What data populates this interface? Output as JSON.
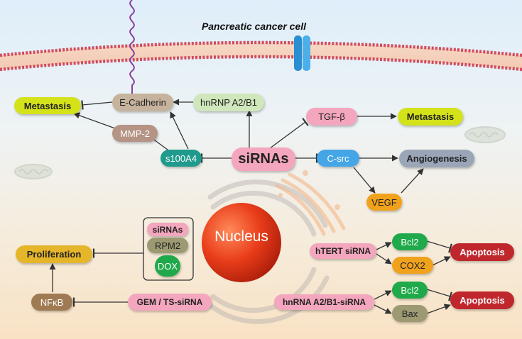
{
  "title": "Pancreatic cancer cell",
  "center": "siRNAs",
  "nucleus": "Nucleus",
  "nodes": {
    "metastasis_left": "Metastasis",
    "e_cadherin": "E-Cadherin",
    "hnrnp": "hnRNP A2/B1",
    "mmp2": "MMP-2",
    "s100a4": "s100A4",
    "tgfb": "TGF-β",
    "metastasis_right": "Metastasis",
    "csrc": "C-src",
    "angiogenesis": "Angiogenesis",
    "vegf": "VEGF",
    "box_sirnas": "siRNAs",
    "box_rpm2": "RPM2",
    "box_dox": "DOX",
    "proliferation": "Proliferation",
    "nfkb": "NFκB",
    "gem_ts": "GEM / TS-siRNA",
    "htert": "hTERT siRNA",
    "bcl2_top": "Bcl2",
    "cox2": "COX2",
    "apoptosis_top": "Apoptosis",
    "hnrna": "hnRNA A2/B1-siRNA",
    "bcl2_bottom": "Bcl2",
    "bax": "Bax",
    "apoptosis_bottom": "Apoptosis"
  },
  "colors": {
    "yellow_green": "#d4e21a",
    "tan": "#c6b39d",
    "light_green": "#cfe7bb",
    "rose_brown": "#b59385",
    "teal": "#1f9a8c",
    "pink": "#f3a6bd",
    "blue": "#44a6e6",
    "slate": "#9aa6b8",
    "orange": "#f1a21d",
    "olive": "#9d9a73",
    "green": "#20a94a",
    "gold": "#e5b52a",
    "brown": "#a07a53",
    "red": "#c0272d"
  }
}
